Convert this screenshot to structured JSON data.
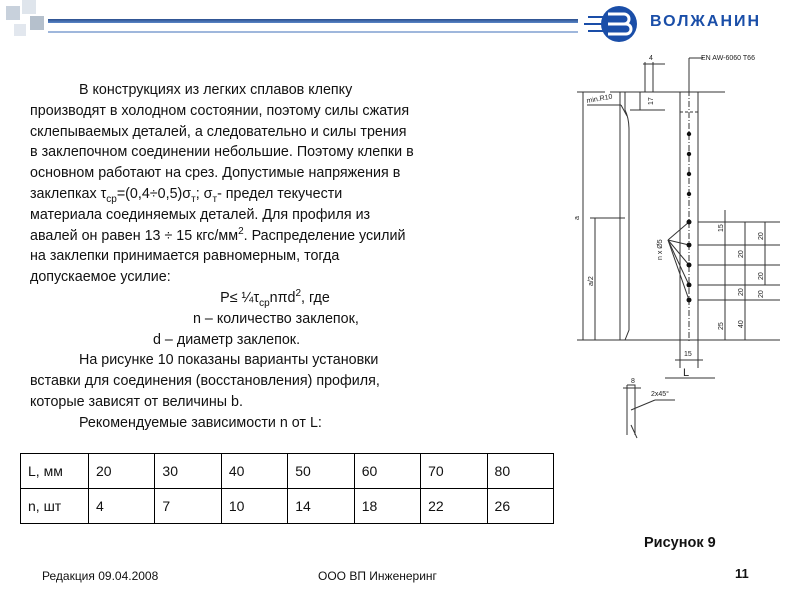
{
  "logo": {
    "name": "ВОЛЖАНИН"
  },
  "paragraph1": {
    "line1": "В конструкциях из легких сплавов клепку",
    "line2": "производят в холодном состоянии, поэтому силы сжатия",
    "line3": "склепываемых деталей, а следовательно и силы трения",
    "line4": "в заклепочном соединении небольшие. Поэтому клепки в",
    "line5": "основном работают на срез. Допустимые напряжения в",
    "line6_a": "заклепках τ",
    "line6_sub1": "ср",
    "line6_b": "=(0,4÷0,5)σ",
    "line6_sub2": "т",
    "line6_c": "; σ",
    "line6_sub3": "т",
    "line6_d": "- предел текучести",
    "line7": "материала соединяемых деталей. Для профиля из",
    "line8_a": "авалей он равен 13 ÷ 15 кгс/мм",
    "line8_sup": "2",
    "line8_b": ". Распределение усилий",
    "line9": "на заклепки принимается равномерным, тогда",
    "line10": "допускаемое усилие:"
  },
  "formula": {
    "a": "P≤ ¼τ",
    "sub": "ср",
    "b": "nπd",
    "sup": "2",
    "c": ", где"
  },
  "legend_n": "n – количество заклепок,",
  "legend_d": "d – диаметр заклепок.",
  "paragraph2": {
    "line1": "На рисунке 10 показаны варианты установки",
    "line2": "вставки для соединения (восстановления) профиля,",
    "line3": "которые зависят от величины b."
  },
  "paragraph3": "Рекомендуемые зависимости n от L:",
  "table": {
    "rows": [
      [
        "L, мм",
        "20",
        "30",
        "40",
        "50",
        "60",
        "70",
        "80"
      ],
      [
        "n, шт",
        "4",
        "7",
        "10",
        "14",
        "18",
        "22",
        "26"
      ]
    ]
  },
  "drawing": {
    "material": "EN AW-6060 T66",
    "dim_top": "4",
    "radius": "min.R10",
    "dim_17": "17",
    "dim_a": "a",
    "dim_a2": "a/2",
    "holes": "n x Ø5",
    "dim_15a": "15",
    "dim_20a": "20",
    "dim_20b": "20",
    "dim_20c": "20",
    "dim_20d": "20",
    "dim_20e": "20",
    "dim_25": "25",
    "dim_40": "40",
    "dim_15b": "15",
    "dim_L": "L",
    "dim_8": "8",
    "chamfer": "2x45°"
  },
  "figure_caption": "Рисунок 9",
  "footer": {
    "revision": "Редакция 09.04.2008",
    "company": "ООО ВП Инженеринг",
    "page": "11"
  },
  "colors": {
    "header_blue": "#2b4f8e",
    "logo_blue": "#1a4ea8"
  }
}
